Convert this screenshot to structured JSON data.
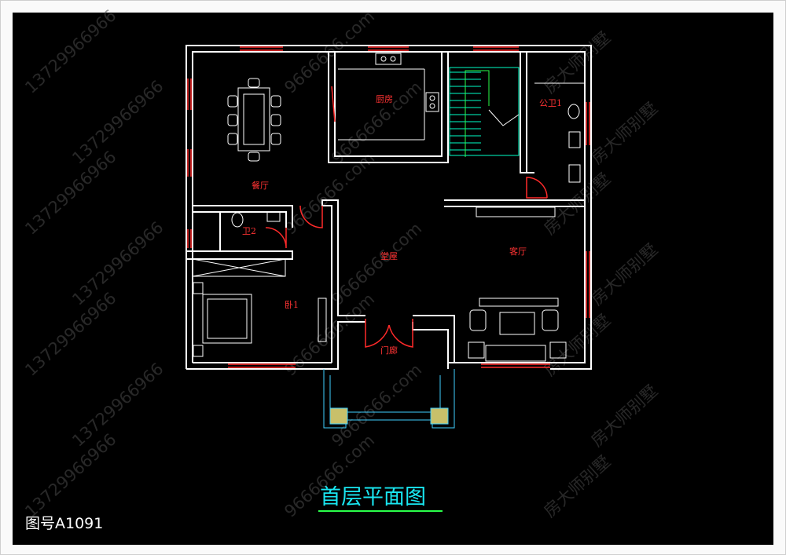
{
  "plan": {
    "title": "首层平面图",
    "drawing_number": "图号A1091",
    "rooms": {
      "dining": "餐厅",
      "kitchen": "厨房",
      "public_bath": "公卫1",
      "bath2": "卫2",
      "hall": "堂屋",
      "living": "客厅",
      "bedroom": "卧1",
      "entrance": "门廊"
    }
  },
  "watermark": {
    "phone": "13729966966",
    "site": "9666666.com",
    "brand": "房大师别墅"
  },
  "colors": {
    "background": "#000000",
    "wall": "#ffffff",
    "window": "#ff2a2a",
    "door": "#ff2a2a",
    "stair": "#00ffc8",
    "porch": "#3fd0ff",
    "title": "#19e6f0",
    "title_underline": "#2aff4a"
  }
}
